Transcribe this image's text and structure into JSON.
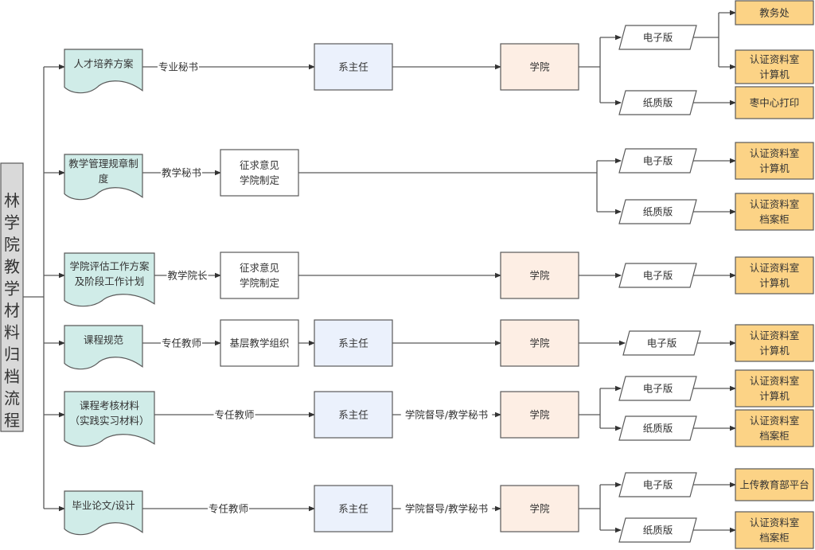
{
  "title": "林学院教学材料归档流程",
  "colors": {
    "title_fill": "#d9d9d9",
    "document_fill": "#d0ece8",
    "plain_fill": "#ffffff",
    "dept_fill": "#ebf1fc",
    "college_fill": "#fdeee4",
    "dest_fill": "#fcd386",
    "stroke": "#595959",
    "text": "#333333"
  },
  "rows": [
    {
      "document": [
        "人才培养方案"
      ],
      "steps": [
        {
          "edge_label": "专业秘书",
          "node": {
            "type": "dept",
            "lines": [
              "系主任"
            ]
          }
        },
        {
          "edge_label": "",
          "node": {
            "type": "college",
            "lines": [
              "学院"
            ]
          }
        }
      ],
      "outputs": [
        {
          "label": "电子版",
          "destinations": [
            [
              "教务处"
            ],
            [
              "认证资料室",
              "计算机"
            ]
          ]
        },
        {
          "label": "纸质版",
          "destinations": [
            [
              "枣中心打印"
            ]
          ]
        }
      ]
    },
    {
      "document": [
        "教学管理规章制",
        "度"
      ],
      "steps": [
        {
          "edge_label": "教学秘书",
          "node": {
            "type": "plain",
            "lines": [
              "征求意见",
              "学院制定"
            ]
          }
        }
      ],
      "outputs": [
        {
          "label": "电子版",
          "destinations": [
            [
              "认证资料室",
              "计算机"
            ]
          ]
        },
        {
          "label": "纸质版",
          "destinations": [
            [
              "认证资料室",
              "档案柜"
            ]
          ]
        }
      ]
    },
    {
      "document": [
        "学院评估工作方案",
        "及阶段工作计划"
      ],
      "steps": [
        {
          "edge_label": "教学院长",
          "node": {
            "type": "plain",
            "lines": [
              "征求意见",
              "学院制定"
            ]
          }
        },
        {
          "edge_label": "",
          "node": {
            "type": "college",
            "lines": [
              "学院"
            ]
          }
        }
      ],
      "outputs": [
        {
          "label": "电子版",
          "destinations": [
            [
              "认证资料室",
              "计算机"
            ]
          ]
        }
      ]
    },
    {
      "document": [
        "课程规范"
      ],
      "steps": [
        {
          "edge_label": "专任教师",
          "node": {
            "type": "plain",
            "lines": [
              "基层教学组织"
            ]
          }
        },
        {
          "edge_label": "",
          "node": {
            "type": "dept",
            "lines": [
              "系主任"
            ]
          }
        },
        {
          "edge_label": "",
          "node": {
            "type": "college",
            "lines": [
              "学院"
            ]
          }
        }
      ],
      "outputs": [
        {
          "label": "电子版",
          "destinations": [
            [
              "认证资料室",
              "计算机"
            ]
          ]
        }
      ]
    },
    {
      "document": [
        "课程考核材料",
        "（实践实习材料）"
      ],
      "steps": [
        {
          "edge_label": "专任教师",
          "node": {
            "type": "dept",
            "lines": [
              "系主任"
            ]
          }
        },
        {
          "edge_label": "学院督导/教学秘书",
          "node": {
            "type": "college",
            "lines": [
              "学院"
            ]
          }
        }
      ],
      "outputs": [
        {
          "label": "电子版",
          "destinations": [
            [
              "认证资料室",
              "计算机"
            ]
          ]
        },
        {
          "label": "纸质版",
          "destinations": [
            [
              "认证资料室",
              "档案柜"
            ]
          ]
        }
      ]
    },
    {
      "document": [
        "毕业论文/设计"
      ],
      "steps": [
        {
          "edge_label": "专任教师",
          "node": {
            "type": "dept",
            "lines": [
              "系主任"
            ]
          }
        },
        {
          "edge_label": "学院督导/教学秘书",
          "node": {
            "type": "college",
            "lines": [
              "学院"
            ]
          }
        }
      ],
      "outputs": [
        {
          "label": "电子版",
          "destinations": [
            [
              "上传教育部平台"
            ]
          ]
        },
        {
          "label": "纸质版",
          "destinations": [
            [
              "认证资料室",
              "档案柜"
            ]
          ]
        }
      ]
    }
  ]
}
